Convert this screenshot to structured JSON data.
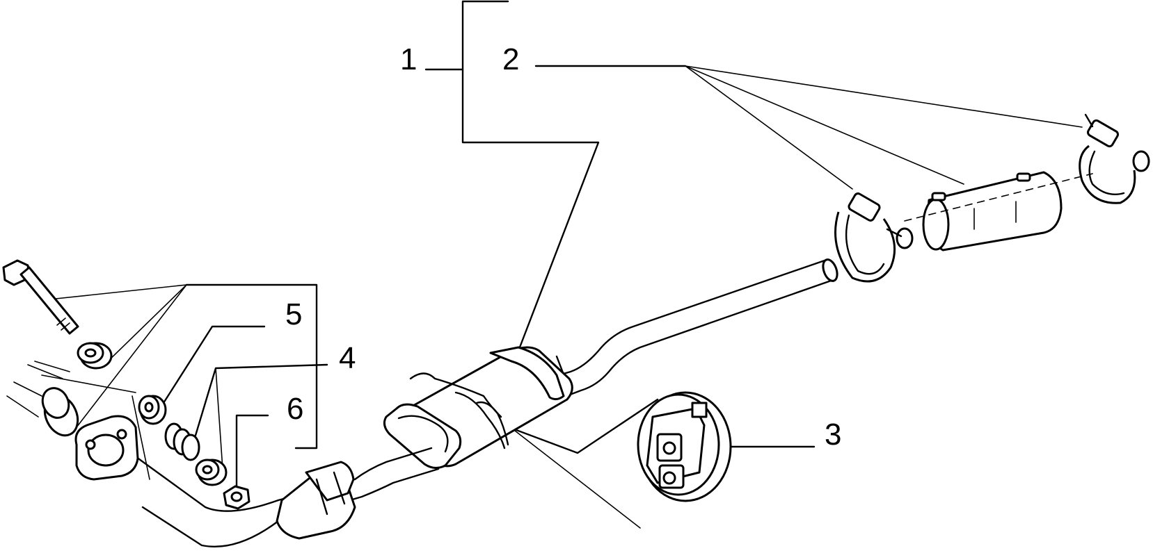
{
  "diagram": {
    "callouts": [
      {
        "id": "exhaust-system",
        "number": "1"
      },
      {
        "id": "clamp-kit",
        "number": "2"
      },
      {
        "id": "rubber-mount",
        "number": "3"
      },
      {
        "id": "spring",
        "number": "4"
      },
      {
        "id": "washer",
        "number": "5"
      },
      {
        "id": "nut",
        "number": "6"
      }
    ]
  }
}
